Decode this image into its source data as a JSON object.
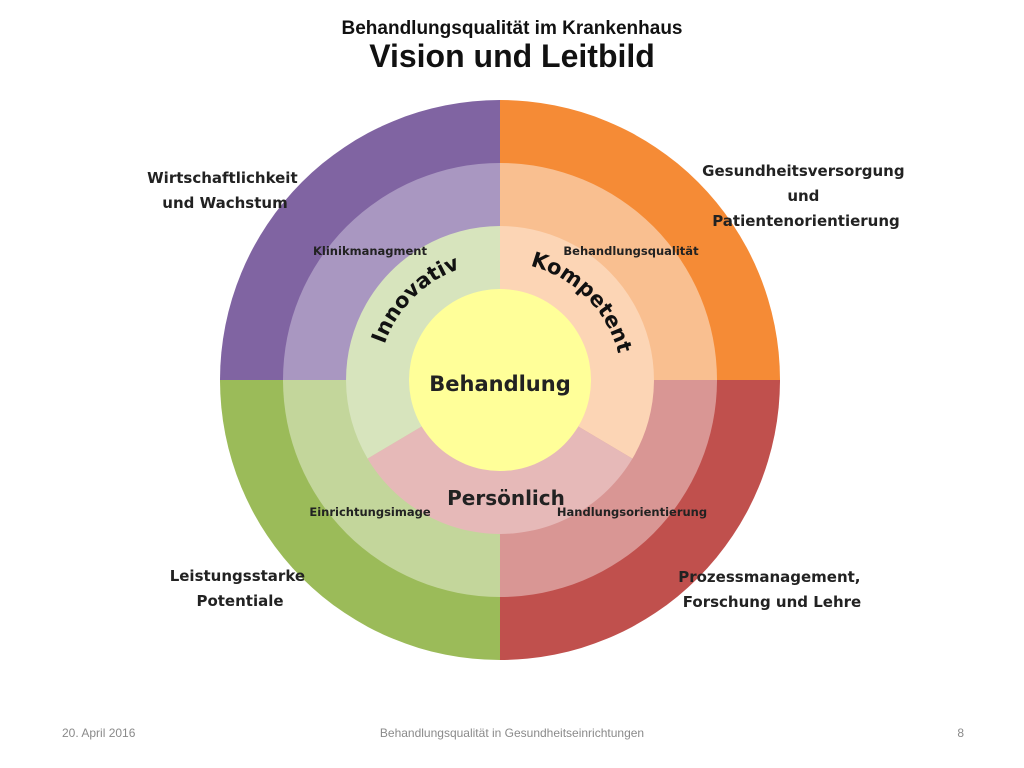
{
  "header": {
    "subtitle": "Behandlungsqualität im Krankenhaus",
    "title": "Vision und Leitbild"
  },
  "diagram": {
    "center": "Behandlung",
    "values": {
      "innovativ": "Innovativ",
      "kompetent": "Kompetent",
      "persoenlich": "Persönlich"
    },
    "middle_labels": {
      "klinikmanagement": "Klinikmanagment",
      "behandlungsqualitaet": "Behandlungsqualität",
      "einrichtungsimage": "Einrichtungsimage",
      "handlungsorientierung": "Handlungsorientierung"
    },
    "outer_labels": {
      "wirtschaft": [
        "Wirtschaftlichkeit",
        "und Wachstum"
      ],
      "gesundheit": [
        "Gesundheitsversorgung",
        "und",
        "Patientenorientierung"
      ],
      "leistung": [
        "Leistungsstarke",
        "Potentiale"
      ],
      "prozess": [
        "Prozessmanagement,",
        "Forschung und Lehre"
      ]
    },
    "colors": {
      "purple_outer": "#8064a2",
      "purple_mid": "#a997c1",
      "orange_outer": "#f58b36",
      "orange_mid": "#f9bf90",
      "green_outer": "#9bbb59",
      "green_mid": "#c3d69b",
      "red_outer": "#c0504d",
      "red_mid": "#d99694",
      "inner_green": "#d7e4bd",
      "inner_peach": "#fcd5b5",
      "inner_pink": "#e6b9b8",
      "center": "#ffff99"
    }
  },
  "footer": {
    "date": "20. April 2016",
    "center": "Behandlungsqualität in Gesundheitseinrichtungen",
    "page": "8"
  }
}
